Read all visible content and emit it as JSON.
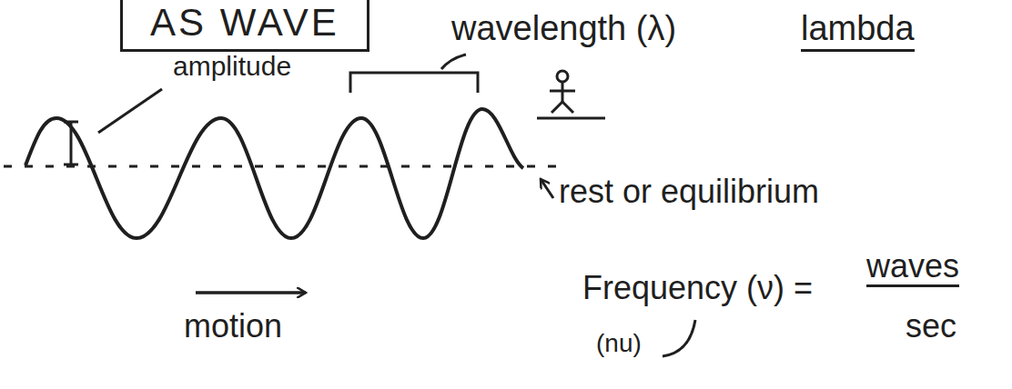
{
  "diagram": {
    "nodes": [
      {
        "text": [
          "AS WAVE"
        ]
      }
    ],
    "labels": [
      "amplitude",
      "wavelength (λ)",
      "lambda",
      "rest or equilibrium",
      "motion",
      "Frequency (ν) =",
      "waves",
      "sec",
      "(nu)"
    ]
  }
}
